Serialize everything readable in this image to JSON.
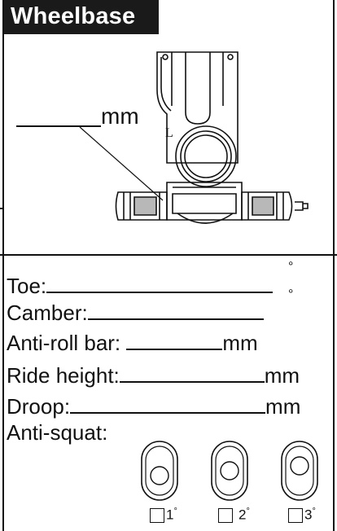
{
  "header": {
    "title": "Wheelbase"
  },
  "diagram": {
    "unit": "mm",
    "part_marking": "L"
  },
  "fields": {
    "toe": {
      "label": "Toe:",
      "unit": "°"
    },
    "camber": {
      "label": "Camber:",
      "unit": "°"
    },
    "anti_roll_bar": {
      "label": "Anti-roll bar:",
      "unit": "mm"
    },
    "ride_height": {
      "label": "Ride height:",
      "unit": "mm"
    },
    "droop": {
      "label": "Droop:",
      "unit": "mm"
    },
    "anti_squat": {
      "label": "Anti-squat:"
    }
  },
  "anti_squat_options": [
    {
      "label": "1",
      "unit": "°"
    },
    {
      "label": "2",
      "unit": "°"
    },
    {
      "label": "3",
      "unit": "°"
    }
  ]
}
